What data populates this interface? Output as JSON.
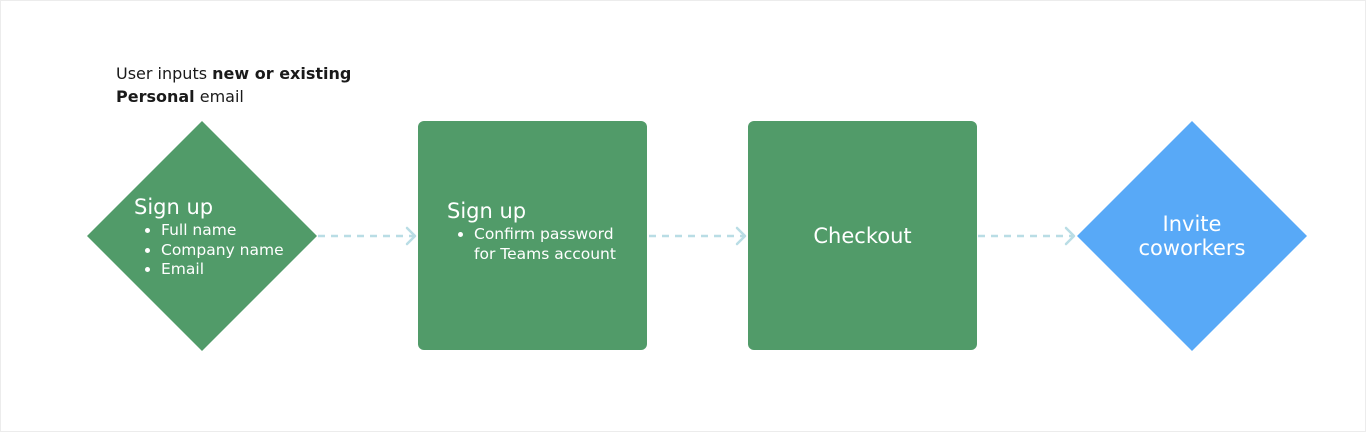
{
  "note": {
    "prefix": "User inputs ",
    "bold1": "new or existing Personal",
    "suffix": " email"
  },
  "nodes": [
    {
      "shape": "diamond",
      "color": "#519b69",
      "title": "Sign up",
      "bullets": [
        "Full name",
        "Company name",
        "Email"
      ]
    },
    {
      "shape": "rounded-square",
      "color": "#519b69",
      "title": "Sign up",
      "bullets": [
        "Confirm password for Teams account"
      ]
    },
    {
      "shape": "rounded-square",
      "color": "#519b69",
      "title": "Checkout",
      "bullets": []
    },
    {
      "shape": "diamond",
      "color": "#58a9f7",
      "title": "Invite coworkers",
      "bullets": []
    }
  ],
  "connector_color": "#b9dde5"
}
